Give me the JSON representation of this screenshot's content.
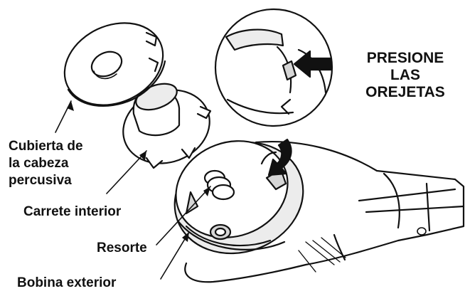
{
  "labels": {
    "cover": [
      "Cubierta de",
      "la cabeza",
      "percusiva"
    ],
    "inner_spool": "Carrete interior",
    "spring": "Resorte",
    "outer_spool": "Bobina exterior"
  },
  "callout": [
    "PRESIONE",
    "LAS",
    "OREJETAS"
  ],
  "colors": {
    "ink": "#111111",
    "paper": "#ffffff",
    "shade": "#d6d6d6",
    "light_shade": "#ececec"
  }
}
